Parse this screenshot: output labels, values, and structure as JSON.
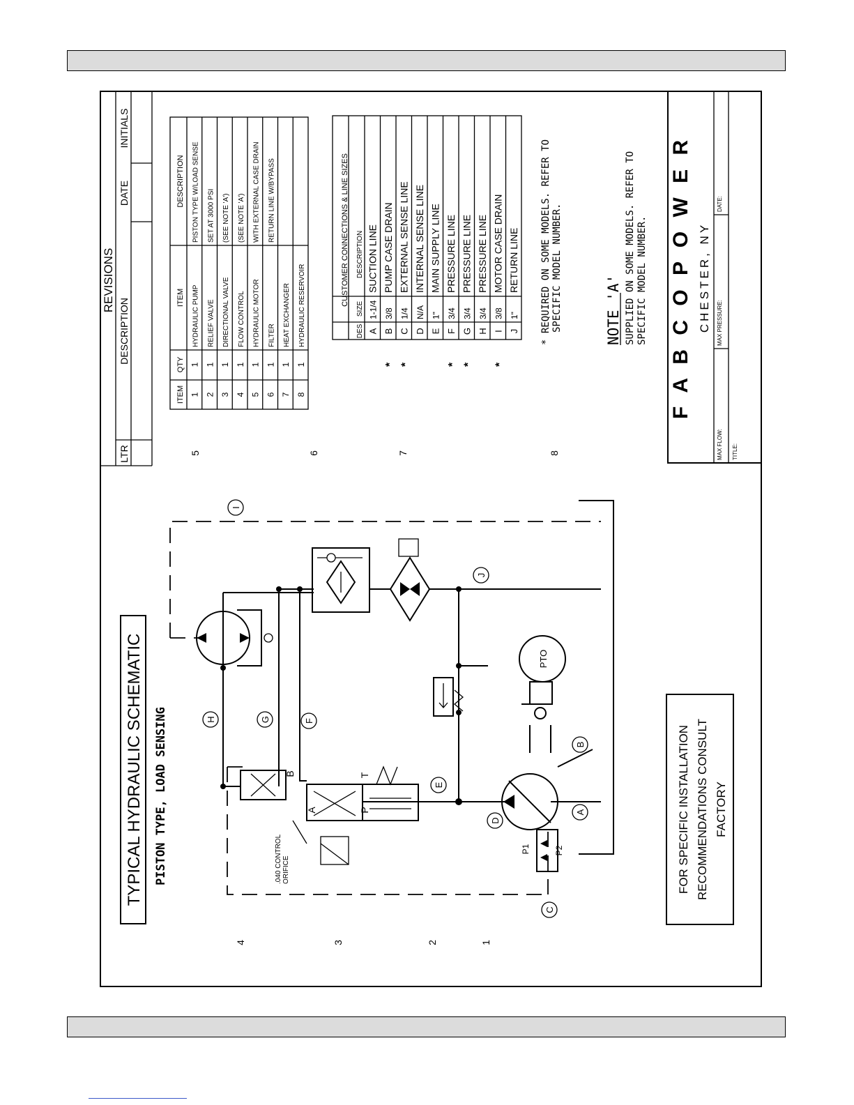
{
  "title": "TYPICAL HYDRAULIC SCHEMATIC",
  "subtitle": "PISTON TYPE, LOAD SENSING",
  "install_note": [
    "FOR SPECIFIC INSTALLATION",
    "RECOMMENDATIONS CONSULT",
    "FACTORY"
  ],
  "revisions": {
    "heading": "REVISIONS",
    "columns": [
      "LTR",
      "DESCRIPTION",
      "DATE",
      "INITIALS"
    ]
  },
  "parts_table": {
    "columns": [
      "ITEM",
      "QTY",
      "ITEM",
      "DESCRIPTION"
    ],
    "rows": [
      [
        "1",
        "1",
        "HYDRAULIC PUMP",
        "PISTON TYPE W/LOAD SENSE"
      ],
      [
        "2",
        "1",
        "RELIEF VALVE",
        "SET AT 3000 PSI"
      ],
      [
        "3",
        "1",
        "DIRECTIONAL VALVE",
        "(SEE NOTE 'A')"
      ],
      [
        "4",
        "1",
        "FLOW CONTROL",
        "(SEE NOTE 'A')"
      ],
      [
        "5",
        "1",
        "HYDRAULIC MOTOR",
        "WITH EXTERNAL CASE DRAIN"
      ],
      [
        "6",
        "1",
        "FILTER",
        "RETURN LINE W/BYPASS"
      ],
      [
        "7",
        "1",
        "HEAT EXCHANGER",
        ""
      ],
      [
        "8",
        "1",
        "HYDRAULIC RESERVOIR",
        ""
      ]
    ]
  },
  "connections_table": {
    "heading": "CUSTOMER CONNECTIONS & LINE SIZES",
    "columns": [
      "DES",
      "SIZE",
      "DESCRIPTION"
    ],
    "rows": [
      [
        "A",
        "1-1/4",
        "SUCTION LINE",
        false
      ],
      [
        "B",
        "3/8",
        "PUMP CASE DRAIN",
        true
      ],
      [
        "C",
        "1/4",
        "EXTERNAL SENSE LINE",
        true
      ],
      [
        "D",
        "N/A",
        "INTERNAL SENSE LINE",
        false
      ],
      [
        "E",
        "1\"",
        "MAIN SUPPLY LINE",
        false
      ],
      [
        "F",
        "3/4",
        "PRESSURE LINE",
        true
      ],
      [
        "G",
        "3/4",
        "PRESSURE LINE",
        true
      ],
      [
        "H",
        "3/4",
        "PRESSURE LINE",
        false
      ],
      [
        "I",
        "3/8",
        "MOTOR CASE DRAIN",
        true
      ],
      [
        "J",
        "1\"",
        "RETURN LINE",
        false
      ]
    ]
  },
  "asterisk_note": [
    "* REQUIRED ON SOME MODELS. REFER TO",
    "SPECIFIC MODEL NUMBER."
  ],
  "note_a": {
    "heading": "NOTE 'A'",
    "lines": [
      "SUPPLIED ON SOME MODELS. REFER TO",
      "SPECIFIC MODEL NUMBER."
    ]
  },
  "title_block": {
    "company": "F A B C O   P O W E R",
    "location": "CHESTER,  NY",
    "max_flow": "MAX FLOW:",
    "max_pressure": "MAX PRESSURE:",
    "date": "DATE:",
    "title": "TITLE:"
  },
  "schematic_labels": {
    "orifice": [
      ".040 CONTROL",
      "ORIFICE"
    ],
    "pto": "PTO",
    "ports": {
      "A": "A",
      "B": "B",
      "P": "P",
      "T": "T",
      "P1": "P1",
      "P2": "P2"
    },
    "line_markers": [
      "A",
      "B",
      "C",
      "D",
      "E",
      "F",
      "G",
      "H",
      "I",
      "J"
    ],
    "grid_numbers": [
      "1",
      "2",
      "3",
      "4",
      "5",
      "6",
      "7",
      "8"
    ]
  }
}
